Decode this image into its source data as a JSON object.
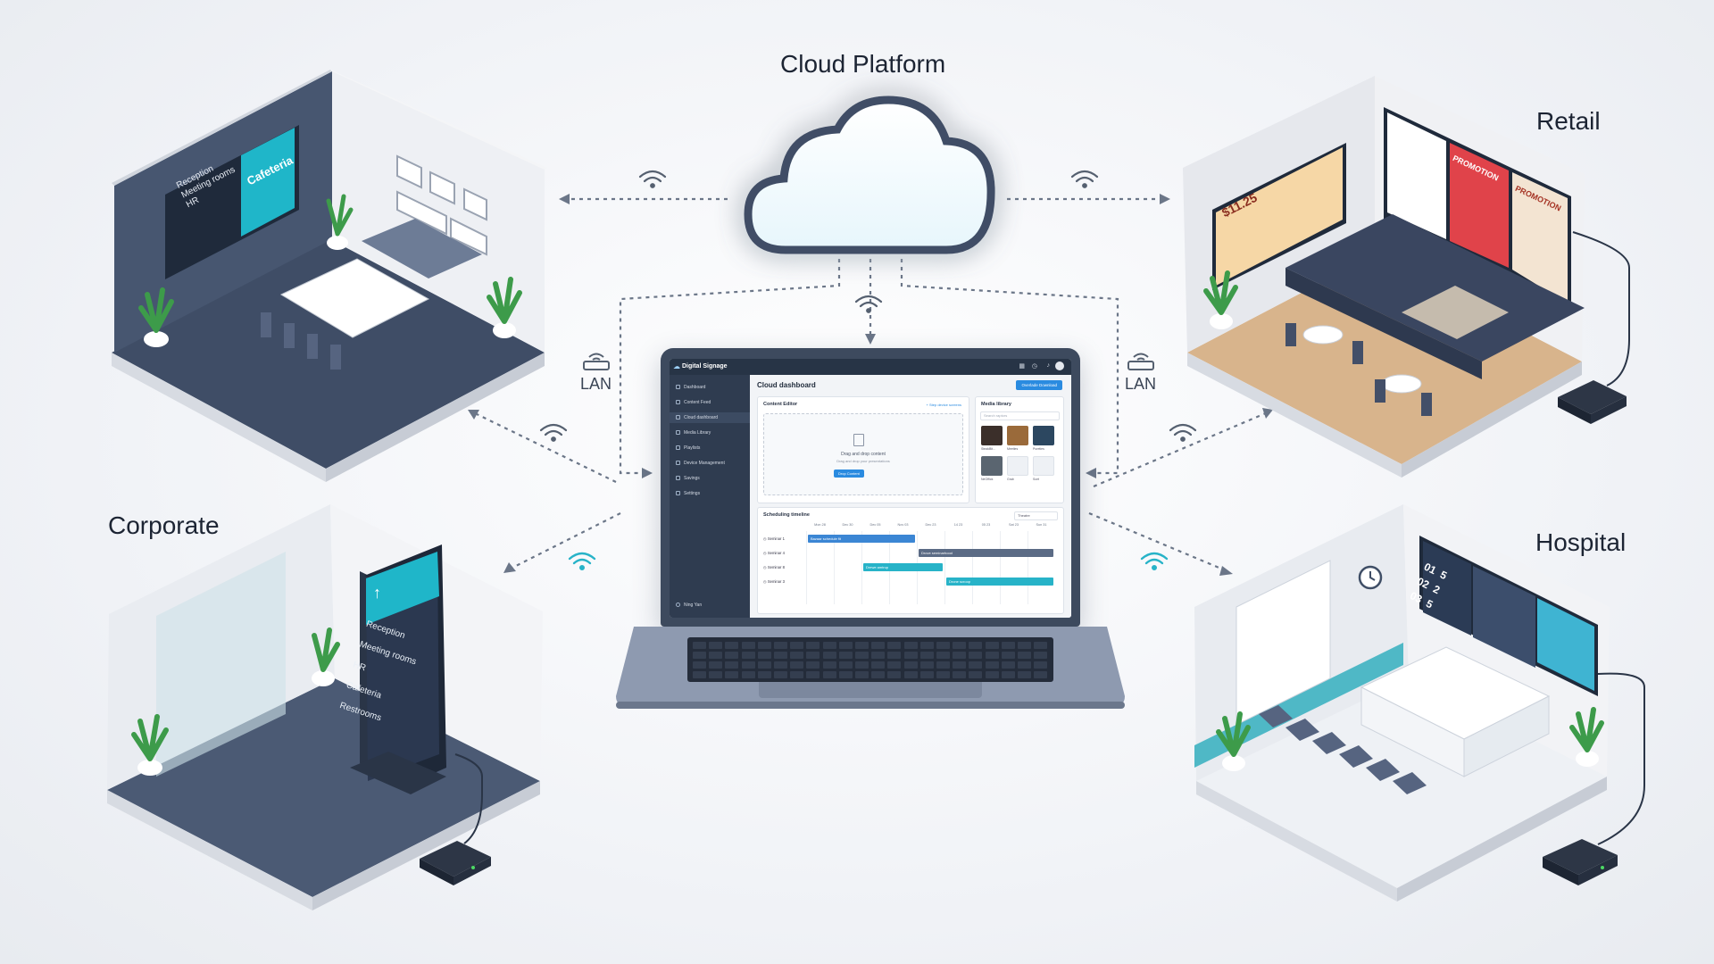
{
  "diagram": {
    "cloud_label": "Cloud Platform",
    "lan_label": "LAN",
    "nodes": {
      "corporate_office": "",
      "corporate": "Corporate",
      "retail": "Retail",
      "hospital": "Hospital"
    },
    "office_screen": {
      "title": "Cafeteria",
      "items": [
        "Reception",
        "Meeting rooms",
        "HR"
      ]
    },
    "kiosk": {
      "items": [
        "Reception",
        "Meeting rooms",
        "HR",
        "Cafeteria",
        "Restrooms"
      ]
    },
    "retail_screens": {
      "price": "$11.25",
      "promo1": "PROMOTION",
      "promo2": "PROMOTION"
    },
    "hospital_screen": {
      "rows": [
        [
          "01",
          "5"
        ],
        [
          "02",
          "2"
        ],
        [
          "03",
          "5"
        ]
      ]
    }
  },
  "app": {
    "brand": "Digital Signage",
    "sidebar": [
      {
        "label": "Dashboard",
        "active": false
      },
      {
        "label": "Content Feed",
        "active": false
      },
      {
        "label": "Cloud dashboard",
        "active": true
      },
      {
        "label": "Media Library",
        "active": false
      },
      {
        "label": "Playlists",
        "active": false
      },
      {
        "label": "Device Management",
        "active": false
      },
      {
        "label": "Savings",
        "active": false
      },
      {
        "label": "Settings",
        "active": false
      }
    ],
    "sidebar_footer": "Ning Yan",
    "page_title": "Cloud dashboard",
    "publish_label": "Overlade Download",
    "content_editor": {
      "title": "Content Editor",
      "link": "+ Step device screens",
      "drop_title": "Drag and drop content",
      "drop_sub": "Drag and drop your presentations",
      "button": "Drop Content"
    },
    "media_library": {
      "title": "Media library",
      "search_placeholder": "Search raptors",
      "thumbs": [
        "SteakBit...",
        "Meeties",
        "Pureties",
        "NeOffick",
        "Grab",
        "Scet"
      ]
    },
    "timeline": {
      "title": "Scheduling timeline",
      "filter": "Theatre",
      "columns": [
        "Mon 28",
        "Dec 30",
        "Dec 05",
        "Nov 03",
        "Dec 23",
        "14 23",
        "05 23",
        "Sat 23",
        "Sun 31"
      ],
      "rows": [
        "Seminar 1",
        "Seminar 4",
        "Seminar 8",
        "Seminar 3"
      ],
      "bars": [
        {
          "label": "Bazaar schedule fit",
          "row": 0,
          "start": 0,
          "span": 4,
          "color": "#3b86d4"
        },
        {
          "label": "Drove seminarhood",
          "row": 1,
          "start": 4,
          "span": 5,
          "color": "#5b6b85"
        },
        {
          "label": "Drewe amtrup",
          "row": 2,
          "start": 2,
          "span": 3,
          "color": "#27b3c8"
        },
        {
          "label": "Drone scroop",
          "row": 3,
          "start": 5,
          "span": 4,
          "color": "#27b3c8"
        }
      ]
    }
  },
  "colors": {
    "accent": "#2a8be0",
    "teal": "#27b3c8",
    "navy": "#2f3c50",
    "cloud_glow": "#7fd8f2"
  }
}
